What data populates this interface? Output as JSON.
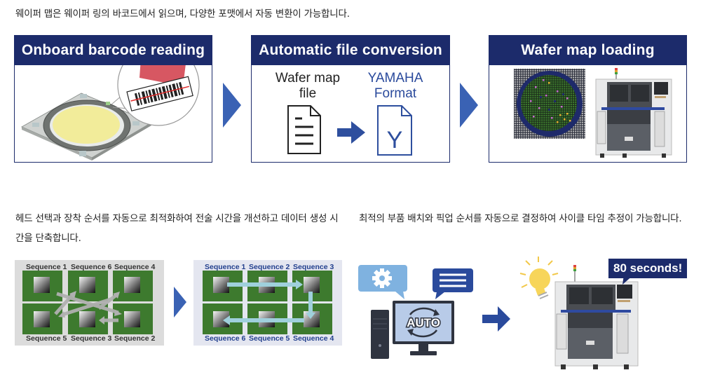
{
  "captions": {
    "top": "웨이퍼 맵은 웨이퍼 링의 바코드에서 읽으며, 다양한 포맷에서 자동 변환이 가능합니다.",
    "bottom_left": "헤드 선택과 장착 순서를 자동으로 최적화하여 전술 시간을 개선하고 데이터 생성 시간을 단축합니다.",
    "bottom_right": "최적의 부품 배치와 픽업 순서를 자동으로 결정하여 사이클 타임 추정이 가능합니다."
  },
  "panels": [
    {
      "title": "Onboard barcode reading"
    },
    {
      "title": "Automatic file conversion",
      "source_label": "Wafer map file",
      "target_label": "YAMAHA Format",
      "target_letter": "Y"
    },
    {
      "title": "Wafer map loading"
    }
  ],
  "sequence_before": {
    "top_row": [
      "Sequence 1",
      "Sequence 6",
      "Sequence 4"
    ],
    "bottom_row": [
      "Sequence 5",
      "Sequence 3",
      "Sequence 2"
    ]
  },
  "sequence_after": {
    "top_row": [
      "Sequence 1",
      "Sequence 2",
      "Sequence 3"
    ],
    "bottom_row": [
      "Sequence 6",
      "Sequence 5",
      "Sequence 4"
    ]
  },
  "auto_screen_text": "AUTO",
  "cycle_time_bubble": "80 seconds!",
  "colors": {
    "navy": "#1c2b6b",
    "arrow_blue": "#3a62b4",
    "board_green": "#3d7a2e",
    "wafer_yellow": "#f2ec9a"
  }
}
